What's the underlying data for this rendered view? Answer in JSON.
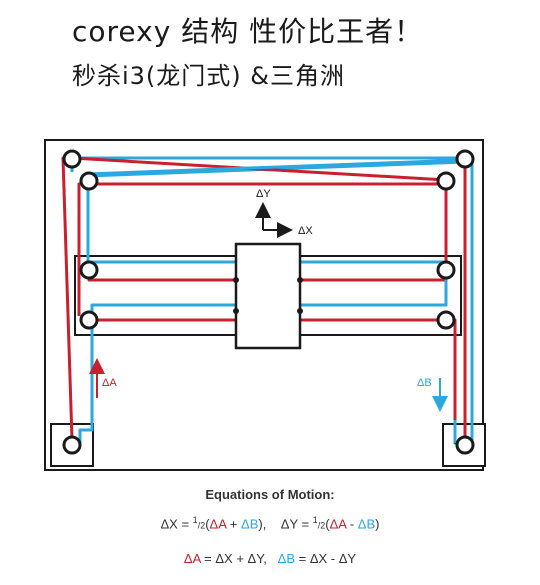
{
  "header": {
    "title": "corexy 结构 性价比王者！",
    "subtitle": "秒杀i3(龙门式) &三角洲"
  },
  "diagram": {
    "dy_label": "ΔY",
    "dx_label": "ΔX",
    "da_label": "ΔA",
    "db_label": "ΔB"
  },
  "equations": {
    "title": "Equations of Motion:",
    "dx_lhs": "ΔX = ",
    "half": "1",
    "half_den": "/2",
    "da": "ΔA",
    "plus": " + ",
    "minus": " - ",
    "db": "ΔB",
    "close_sep": "),",
    "dy_lhs": "ΔY = ",
    "close": ")",
    "da_eq": " = ΔX + ΔY,",
    "db_eq": " = ΔX - ΔY"
  },
  "colors": {
    "red": "#c8202f",
    "blue": "#2aa8df",
    "frame": "#1a1a1a"
  }
}
